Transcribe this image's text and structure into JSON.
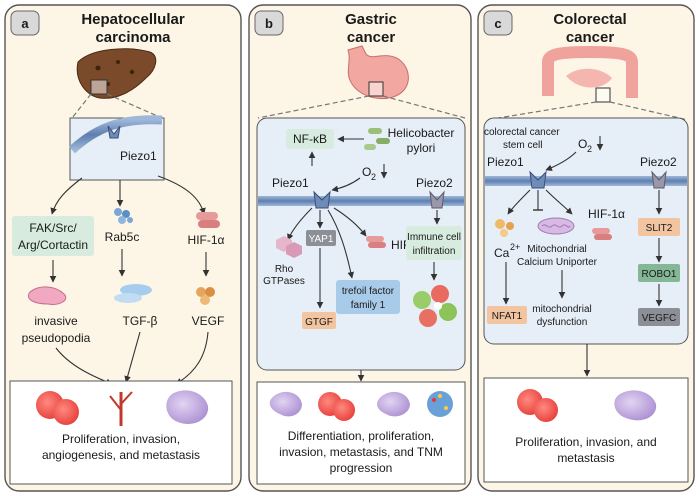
{
  "panels": [
    {
      "badge": "a",
      "title": [
        "Hepatocellular",
        "carcinoma"
      ],
      "receptor": "Piezo1",
      "pathways": [
        {
          "mediator": [
            "FAK/Src/",
            "Arg/Cortactin"
          ],
          "outcome": [
            "invasive",
            "pseudopodia"
          ]
        },
        {
          "mediator": [
            "Rab5c"
          ],
          "outcome": [
            "TGF-β"
          ]
        },
        {
          "mediator": [
            "HIF-1α"
          ],
          "outcome": [
            "VEGF"
          ]
        }
      ],
      "result": [
        "Proliferation, invasion,",
        "angiogenesis, and metastasis"
      ]
    },
    {
      "badge": "b",
      "title": [
        "Gastric",
        "cancer"
      ],
      "nfkb": "NF-κB",
      "bacteria": [
        "Helicobacter",
        "pylori"
      ],
      "oxygen": "O",
      "oxygen_sub": "2",
      "receptor1": "Piezo1",
      "receptor2": "Piezo2",
      "rho": [
        "Rho",
        "GTPases"
      ],
      "yap1": "YAP1",
      "hif": "HIF-1α",
      "immune": [
        "Immune cell",
        "infiltration"
      ],
      "trefoil": [
        "trefoil factor",
        "family 1"
      ],
      "gtgf": "GTGF",
      "result": [
        "Differentiation, proliferation,",
        "invasion, metastasis, and TNM",
        "progression"
      ]
    },
    {
      "badge": "c",
      "title": [
        "Colorectal",
        "cancer"
      ],
      "stem": [
        "colorectal cancer",
        "stem cell"
      ],
      "oxygen": "O",
      "oxygen_sub": "2",
      "receptor1": "Piezo1",
      "receptor2": "Piezo2",
      "calcium": "Ca",
      "calcium_sup": "2+",
      "mito": [
        "Mitochondrial",
        "Calcium Uniporter"
      ],
      "hif": "HIF-1α",
      "slit2": "SLIT2",
      "robo1": "ROBO1",
      "vegfc": "VEGFC",
      "nfat1": "NFAT1",
      "dysfunction": [
        "mitochondrial",
        "dysfunction"
      ],
      "result": [
        "Proliferation, invasion, and",
        "metastasis"
      ]
    }
  ],
  "colors": {
    "panel_bg": "#fdf6e6",
    "inset_bg": "#e6eef8",
    "mint_box": "#d7ecdf",
    "blue_box": "#a9cbea",
    "grey_box": "#8c8f96",
    "green_box": "#84b795"
  }
}
